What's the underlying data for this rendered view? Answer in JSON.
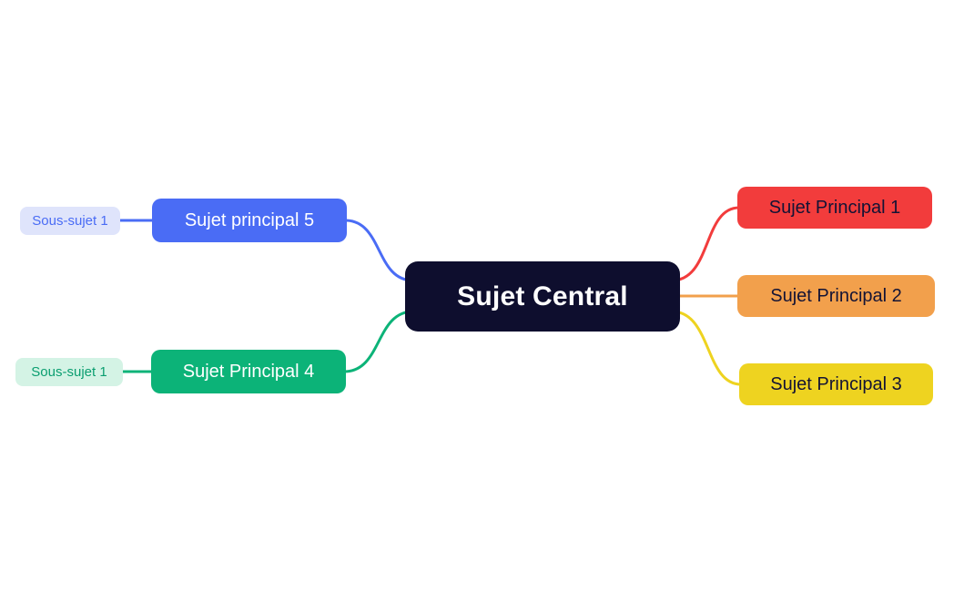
{
  "colors": {
    "background": "#ffffff",
    "central_bg": "#0e0e2e",
    "central_text": "#ffffff",
    "branch1": "#f23c3c",
    "branch2": "#f2a04c",
    "branch3": "#eed320",
    "branch4": "#0cb378",
    "branch5": "#4a6cf5",
    "sub4_bg": "#d4f3e5",
    "sub4_text": "#0a9e70",
    "sub5_bg": "#dfe4fb",
    "sub5_text": "#4a6cf5",
    "main_text_dark": "#131335",
    "main_text_light": "#ffffff"
  },
  "nodes": {
    "central": {
      "label": "Sujet Central"
    },
    "principal1": {
      "label": "Sujet Principal 1"
    },
    "principal2": {
      "label": "Sujet Principal 2"
    },
    "principal3": {
      "label": "Sujet Principal 3"
    },
    "principal4": {
      "label": "Sujet Principal 4",
      "sub": {
        "label": "Sous-sujet 1"
      }
    },
    "principal5": {
      "label": "Sujet principal 5",
      "sub": {
        "label": "Sous-sujet 1"
      }
    }
  }
}
